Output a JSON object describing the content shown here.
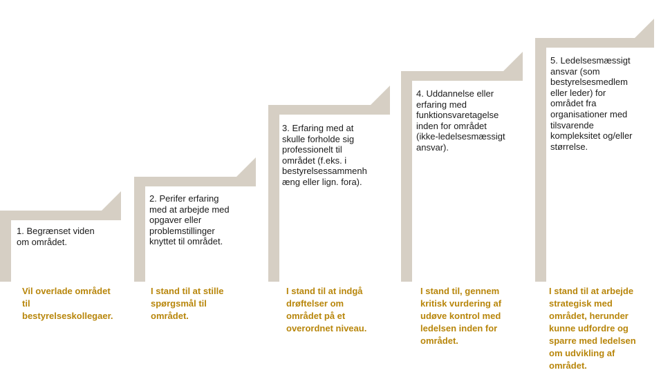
{
  "colors": {
    "step_bar": "#d6cfc4",
    "step_text": "#1a1a1a",
    "outcome_text": "#b8860b"
  },
  "steps": [
    {
      "label": "1. Begrænset viden\nom området.",
      "outcome": "Vil overlade området\ntil\nbestyrelseskollegaer."
    },
    {
      "label": "2. Perifer erfaring\nmed at arbejde med\nopgaver eller\nproblemstillinger\nknyttet til området.",
      "outcome": "I stand til at stille\nspørgsmål til\nområdet."
    },
    {
      "label": "3. Erfaring med at\nskulle forholde sig\nprofessionelt til\nområdet (f.eks. i\nbestyrelsessammenh\næng eller lign. fora).",
      "outcome": "I stand til at indgå\ndrøftelser om\nområdet på et\noverordnet niveau."
    },
    {
      "label": "4. Uddannelse eller\nerfaring med\nfunktionsvaretagelse\ninden for området\n(ikke-ledelsesmæssigt\nansvar).",
      "outcome": "I stand til, gennem\nkritisk vurdering af\nudøve kontrol med\nledelsen inden for\nområdet."
    },
    {
      "label": "5. Ledelsesmæssigt\nansvar (som\nbestyrelsesmedlem\neller leder) for\nområdet fra\norganisationer med\ntilsvarende\nkompleksitet og/eller\nstørrelse.",
      "outcome": "I stand til at arbejde\nstrategisk med\nområdet, herunder\nkunne udfordre og\nsparre med ledelsen\nom udvikling af\nområdet."
    }
  ]
}
